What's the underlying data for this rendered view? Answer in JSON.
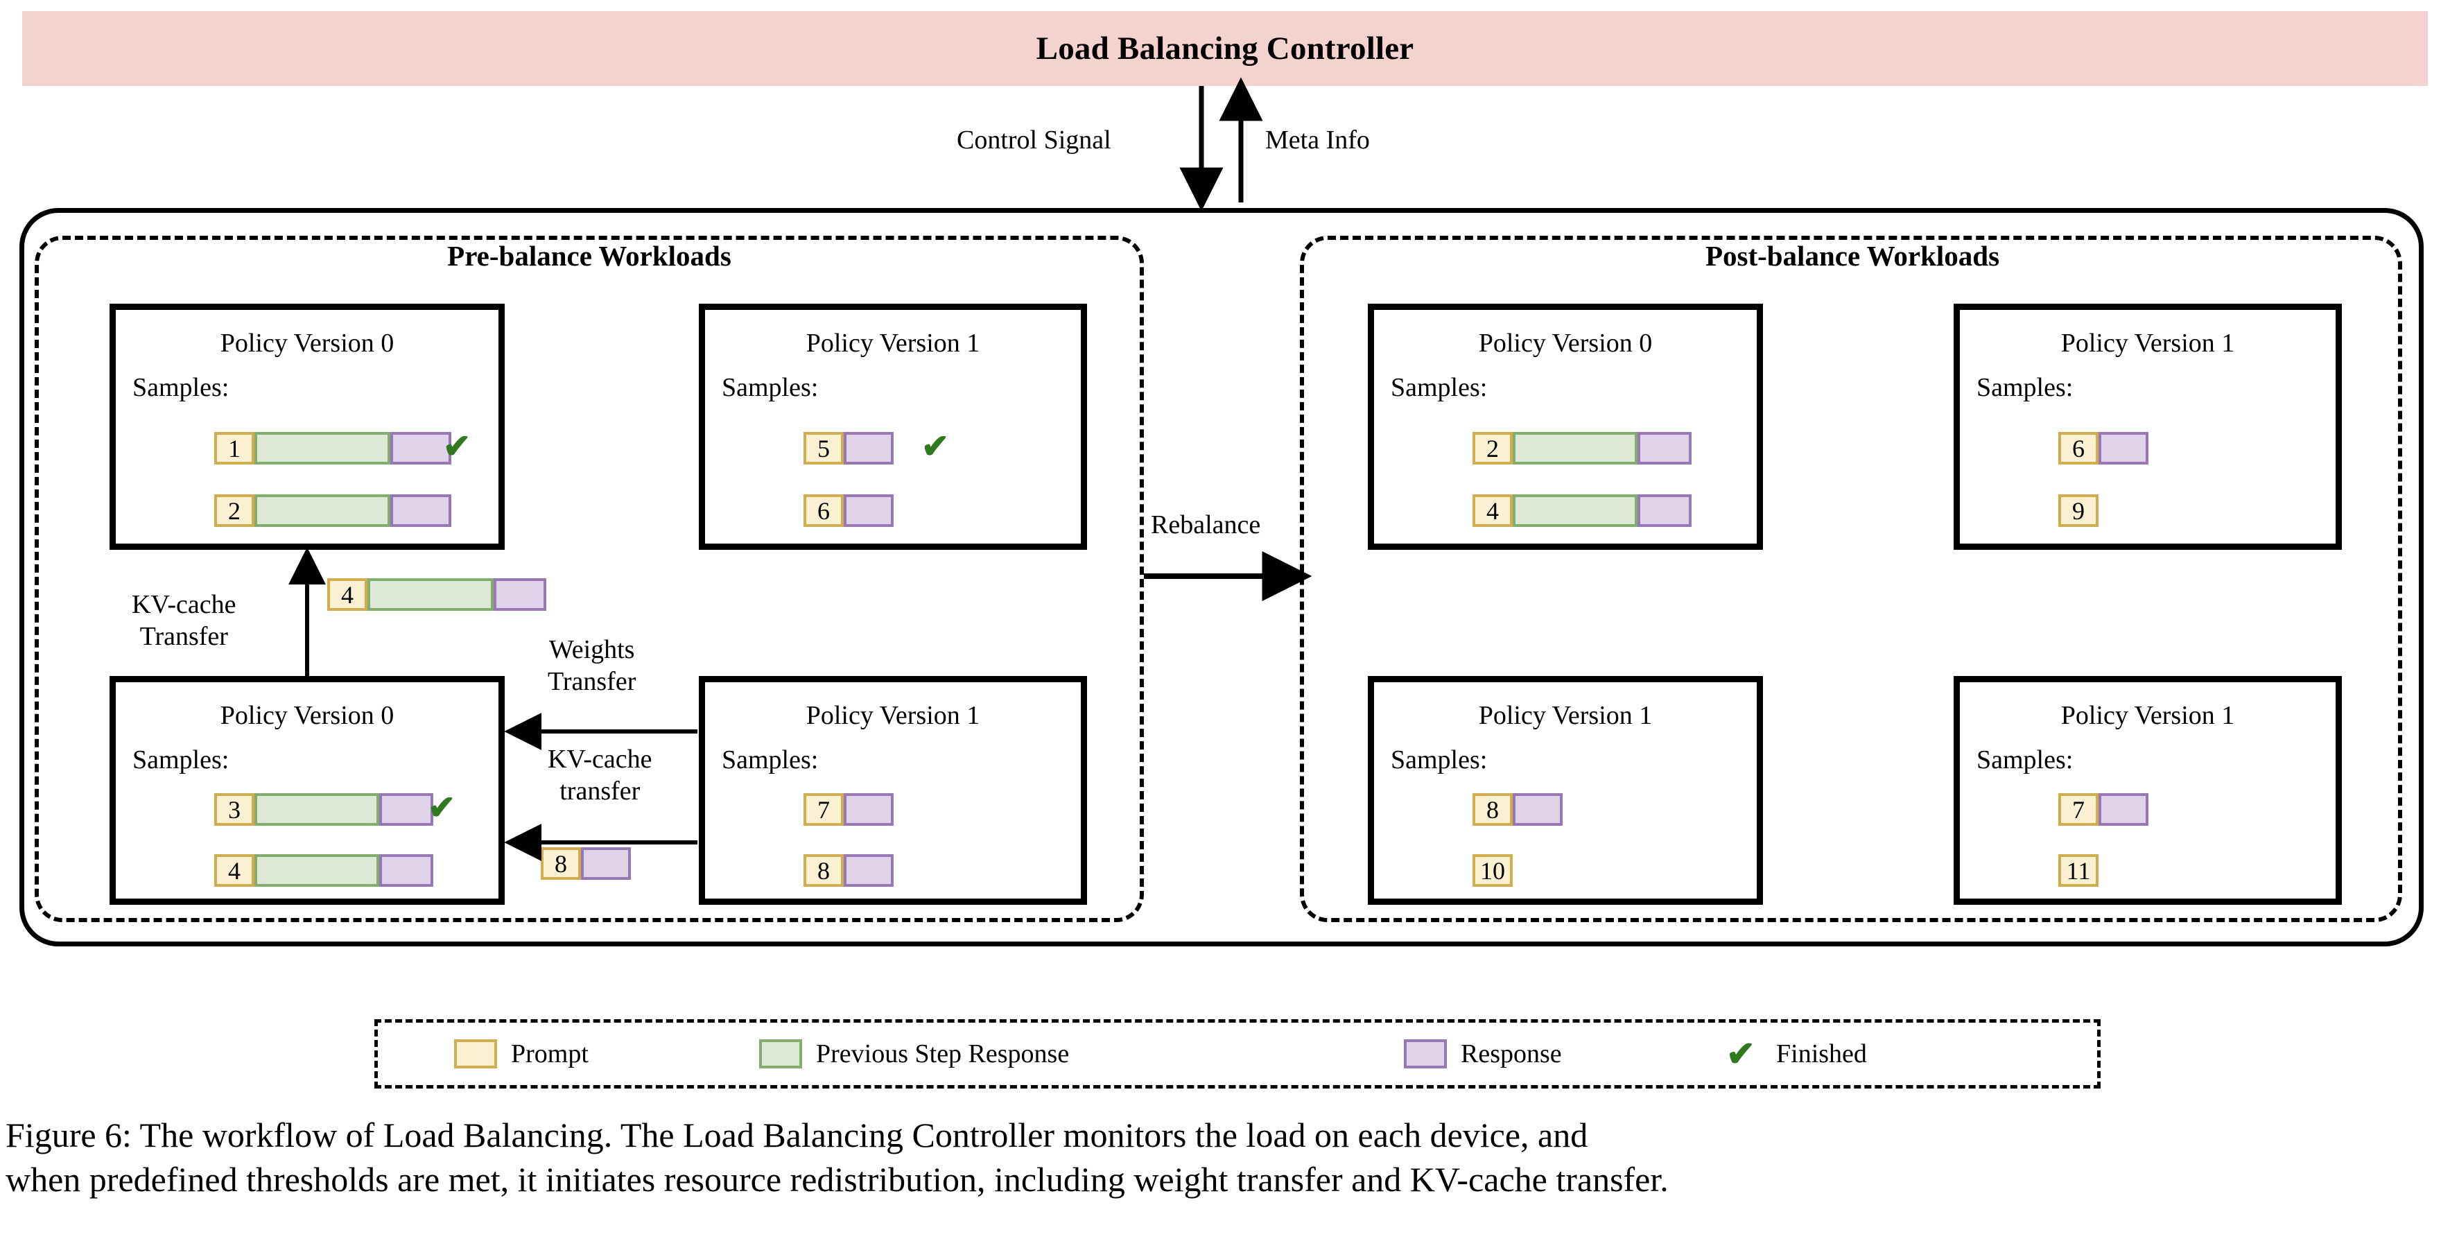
{
  "header": {
    "title": "Load Balancing Controller",
    "banner_color": "#f3d2cf",
    "down_arrow_label": "Control Signal",
    "up_arrow_label": "Meta Info"
  },
  "panels": {
    "pre": {
      "title": "Pre-balance Workloads",
      "devices": [
        {
          "id": "pre-top-left",
          "title": "Policy Version 0",
          "samples_label": "Samples:",
          "samples": [
            {
              "id": "1",
              "prompt": true,
              "previous": true,
              "response": true,
              "finished": true
            },
            {
              "id": "2",
              "prompt": true,
              "previous": true,
              "response": true,
              "finished": false
            }
          ]
        },
        {
          "id": "pre-top-right",
          "title": "Policy Version 1",
          "samples_label": "Samples:",
          "samples": [
            {
              "id": "5",
              "prompt": true,
              "previous": false,
              "response": true,
              "finished": true
            },
            {
              "id": "6",
              "prompt": true,
              "previous": false,
              "response": true,
              "finished": false
            }
          ]
        },
        {
          "id": "pre-bottom-left",
          "title": "Policy Version 0",
          "samples_label": "Samples:",
          "samples": [
            {
              "id": "3",
              "prompt": true,
              "previous": true,
              "response": true,
              "finished": true
            },
            {
              "id": "4",
              "prompt": true,
              "previous": true,
              "response": true,
              "finished": false
            }
          ]
        },
        {
          "id": "pre-bottom-right",
          "title": "Policy Version 1",
          "samples_label": "Samples:",
          "samples": [
            {
              "id": "7",
              "prompt": true,
              "previous": false,
              "response": true,
              "finished": false
            },
            {
              "id": "8",
              "prompt": true,
              "previous": false,
              "response": true,
              "finished": false
            }
          ]
        }
      ],
      "in_flight_samples": [
        {
          "id": "4",
          "prompt": true,
          "previous": true,
          "response": true
        },
        {
          "id": "8",
          "prompt": true,
          "previous": false,
          "response": true
        }
      ],
      "transfer_labels": {
        "kv_cache_up": "KV-cache\nTransfer",
        "weights": "Weights\nTransfer",
        "kv_cache_side": "KV-cache\ntransfer"
      }
    },
    "post": {
      "title": "Post-balance Workloads",
      "devices": [
        {
          "id": "post-top-left",
          "title": "Policy Version 0",
          "samples_label": "Samples:",
          "samples": [
            {
              "id": "2",
              "prompt": true,
              "previous": true,
              "response": true,
              "finished": false
            },
            {
              "id": "4",
              "prompt": true,
              "previous": true,
              "response": true,
              "finished": false
            }
          ]
        },
        {
          "id": "post-top-right",
          "title": "Policy Version 1",
          "samples_label": "Samples:",
          "samples": [
            {
              "id": "6",
              "prompt": true,
              "previous": false,
              "response": true,
              "finished": false
            },
            {
              "id": "9",
              "prompt": true,
              "previous": false,
              "response": false,
              "finished": false
            }
          ]
        },
        {
          "id": "post-bottom-left",
          "title": "Policy Version 1",
          "samples_label": "Samples:",
          "samples": [
            {
              "id": "8",
              "prompt": true,
              "previous": false,
              "response": true,
              "finished": false
            },
            {
              "id": "10",
              "prompt": true,
              "previous": false,
              "response": false,
              "finished": false
            }
          ]
        },
        {
          "id": "post-bottom-right",
          "title": "Policy Version 1",
          "samples_label": "Samples:",
          "samples": [
            {
              "id": "7",
              "prompt": true,
              "previous": false,
              "response": true,
              "finished": false
            },
            {
              "id": "11",
              "prompt": true,
              "previous": false,
              "response": false,
              "finished": false
            }
          ]
        }
      ]
    }
  },
  "rebalance": {
    "label": "Rebalance"
  },
  "legend": {
    "items": [
      {
        "name": "prompt",
        "label": "Prompt",
        "type": "swatch",
        "fill": "#fbf1d2",
        "border": "#d2ad4f"
      },
      {
        "name": "previous-step-response",
        "label": "Previous Step Response",
        "type": "swatch",
        "fill": "#dde9d6",
        "border": "#81ae6c"
      },
      {
        "name": "response",
        "label": "Response",
        "type": "swatch",
        "fill": "#ded3e8",
        "border": "#9778b4"
      },
      {
        "name": "finished",
        "label": "Finished",
        "type": "check",
        "color": "#2f7a1f"
      }
    ]
  },
  "caption": {
    "figure_label": "Figure 6:",
    "line1": "Figure 6: The workflow of Load Balancing. The Load Balancing Controller monitors the load on each device, and",
    "line2": "when predefined thresholds are met, it initiates resource redistribution, including weight transfer and KV-cache transfer."
  },
  "colors": {
    "banner": "#f3d2cf",
    "prompt_fill": "#fbf1d2",
    "prompt_border": "#d2ad4f",
    "previous_fill": "#dde9d6",
    "previous_border": "#81ae6c",
    "response_fill": "#ded3e8",
    "response_border": "#9778b4",
    "check_green": "#2f7a1f",
    "stroke": "#000000"
  }
}
